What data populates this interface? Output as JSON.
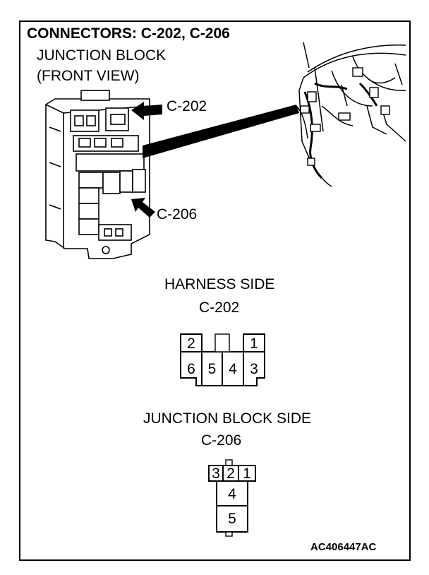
{
  "title": "CONNECTORS: C-202, C-206",
  "subtitle_line1": "JUNCTION BLOCK",
  "subtitle_line2": "(FRONT VIEW)",
  "callout_c202": "C-202",
  "callout_c206": "C-206",
  "harness": {
    "heading": "HARNESS SIDE",
    "connector": "C-202",
    "pins_top": [
      "2",
      "1"
    ],
    "pins_bottom": [
      "6",
      "5",
      "4",
      "3"
    ]
  },
  "jb_side": {
    "heading": "JUNCTION BLOCK SIDE",
    "connector": "C-206",
    "pins_top": [
      "3",
      "2",
      "1"
    ],
    "pins_mid": "4",
    "pins_bottom": "5"
  },
  "figure_id": "AC406447AC"
}
